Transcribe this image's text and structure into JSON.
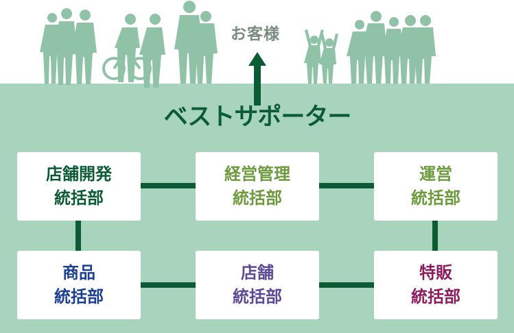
{
  "customer_label": "お客様",
  "support_title": "ベストサポーター",
  "departments": [
    {
      "line1": "店舗開発",
      "line2": "統括部",
      "color": "#0b5c34"
    },
    {
      "line1": "経営管理",
      "line2": "統括部",
      "color": "#6c9a3c"
    },
    {
      "line1": "運営",
      "line2": "統括部",
      "color": "#6c9a3c"
    },
    {
      "line1": "商品",
      "line2": "統括部",
      "color": "#1a3f93"
    },
    {
      "line1": "店舗",
      "line2": "統括部",
      "color": "#5c4a96"
    },
    {
      "line1": "特販",
      "line2": "統括部",
      "color": "#8c1c5e"
    }
  ],
  "colors": {
    "band": "#a8d4bd",
    "connector": "#0b5c34",
    "silhouette": "#8fc2a6",
    "customer_text": "#7a8c82"
  }
}
